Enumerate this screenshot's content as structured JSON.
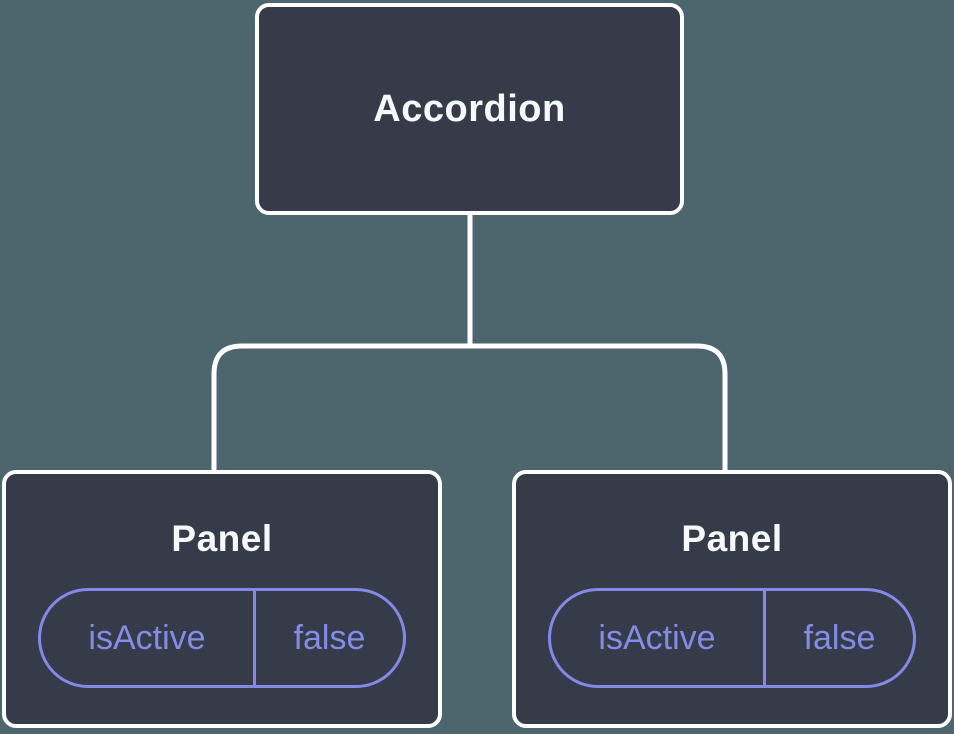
{
  "diagram": {
    "description": "React component tree diagram: Accordion parent with two Panel children, each holding state isActive = false",
    "root": {
      "label": "Accordion"
    },
    "children": [
      {
        "label": "Panel",
        "prop": {
          "name": "isActive",
          "value": "false"
        }
      },
      {
        "label": "Panel",
        "prop": {
          "name": "isActive",
          "value": "false"
        }
      }
    ],
    "colors": {
      "background": "#4d656c",
      "node_fill": "#353b48",
      "node_border": "#ffffff",
      "connector": "#ffffff",
      "accent_purple": "#8289e6",
      "title_text": "#f7f8fa"
    }
  }
}
